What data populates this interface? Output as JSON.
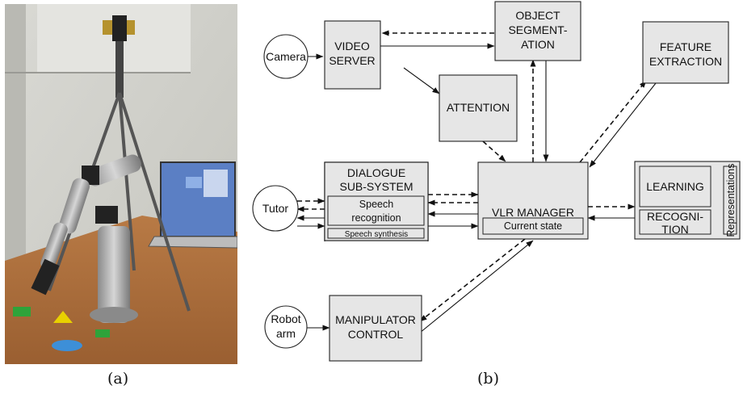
{
  "captions": {
    "a": "(a)",
    "b": "(b)"
  },
  "photo": {
    "description_icon": "robot-arm-photo"
  },
  "diagram": {
    "circles": {
      "camera": "Camera",
      "tutor": "Tutor",
      "robot_arm_1": "Robot",
      "robot_arm_2": "arm"
    },
    "boxes": {
      "video_server_1": "VIDEO",
      "video_server_2": "SERVER",
      "object_seg_1": "OBJECT",
      "object_seg_2": "SEGMENT-",
      "object_seg_3": "ATION",
      "feature_1": "FEATURE",
      "feature_2": "EXTRACTION",
      "attention": "ATTENTION",
      "dialogue_1": "DIALOGUE",
      "dialogue_2": "SUB-SYSTEM",
      "speech_rec_1": "Speech",
      "speech_rec_2": "recognition",
      "speech_syn_1": "Speech",
      "speech_syn_2": "synthesis",
      "vlr_manager": "VLR MANAGER",
      "current_state": "Current state",
      "learning": "LEARNING",
      "recognition_1": "RECOGNI-",
      "recognition_2": "TION",
      "representations": "Representations",
      "manipulator_1": "MANIPULATOR",
      "manipulator_2": "CONTROL"
    }
  }
}
